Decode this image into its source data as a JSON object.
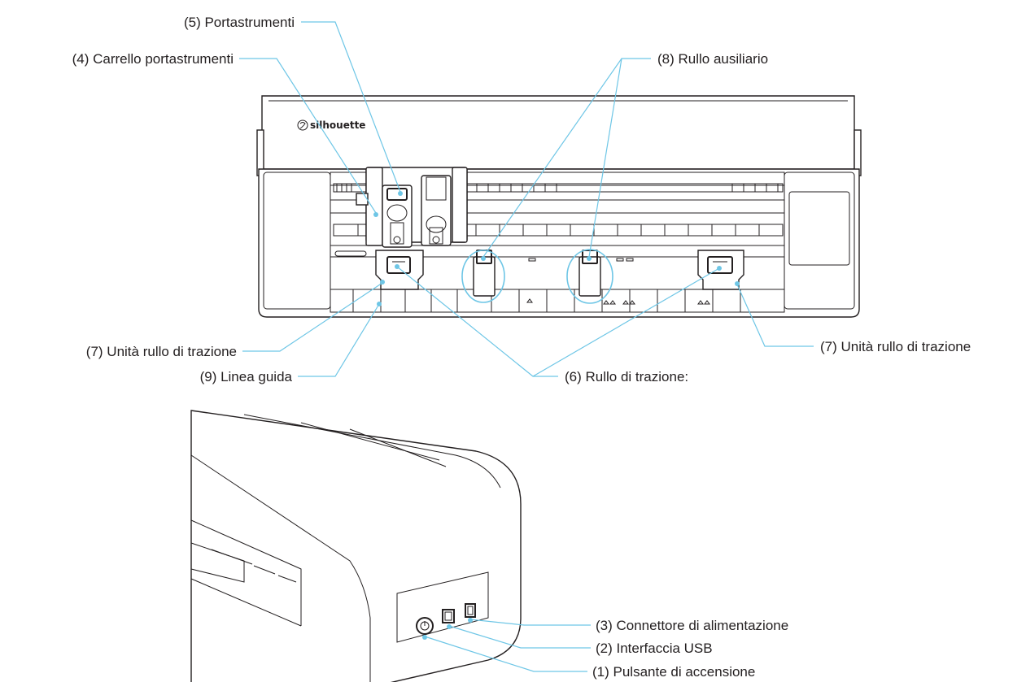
{
  "brand": {
    "logo_text": "silhouette"
  },
  "callouts": {
    "power_button": "(1) Pulsante di accensione",
    "usb_interface": "(2) Interfaccia USB",
    "power_connector": "(3) Connettore di alimentazione",
    "tool_carriage": "(4) Carrello portastrumenti",
    "tool_holder": "(5) Portastrumenti",
    "pinch_roller": "(6) Rullo di trazione:",
    "pinch_roller_unit_left": "(7) Unità rullo di trazione",
    "pinch_roller_unit_right": "(7) Unità rullo di trazione",
    "auxiliary_roller": "(8) Rullo ausiliario",
    "guide_line": "(9) Linea guida"
  },
  "colors": {
    "leader": "#6ec6e6",
    "outline": "#231f20"
  }
}
